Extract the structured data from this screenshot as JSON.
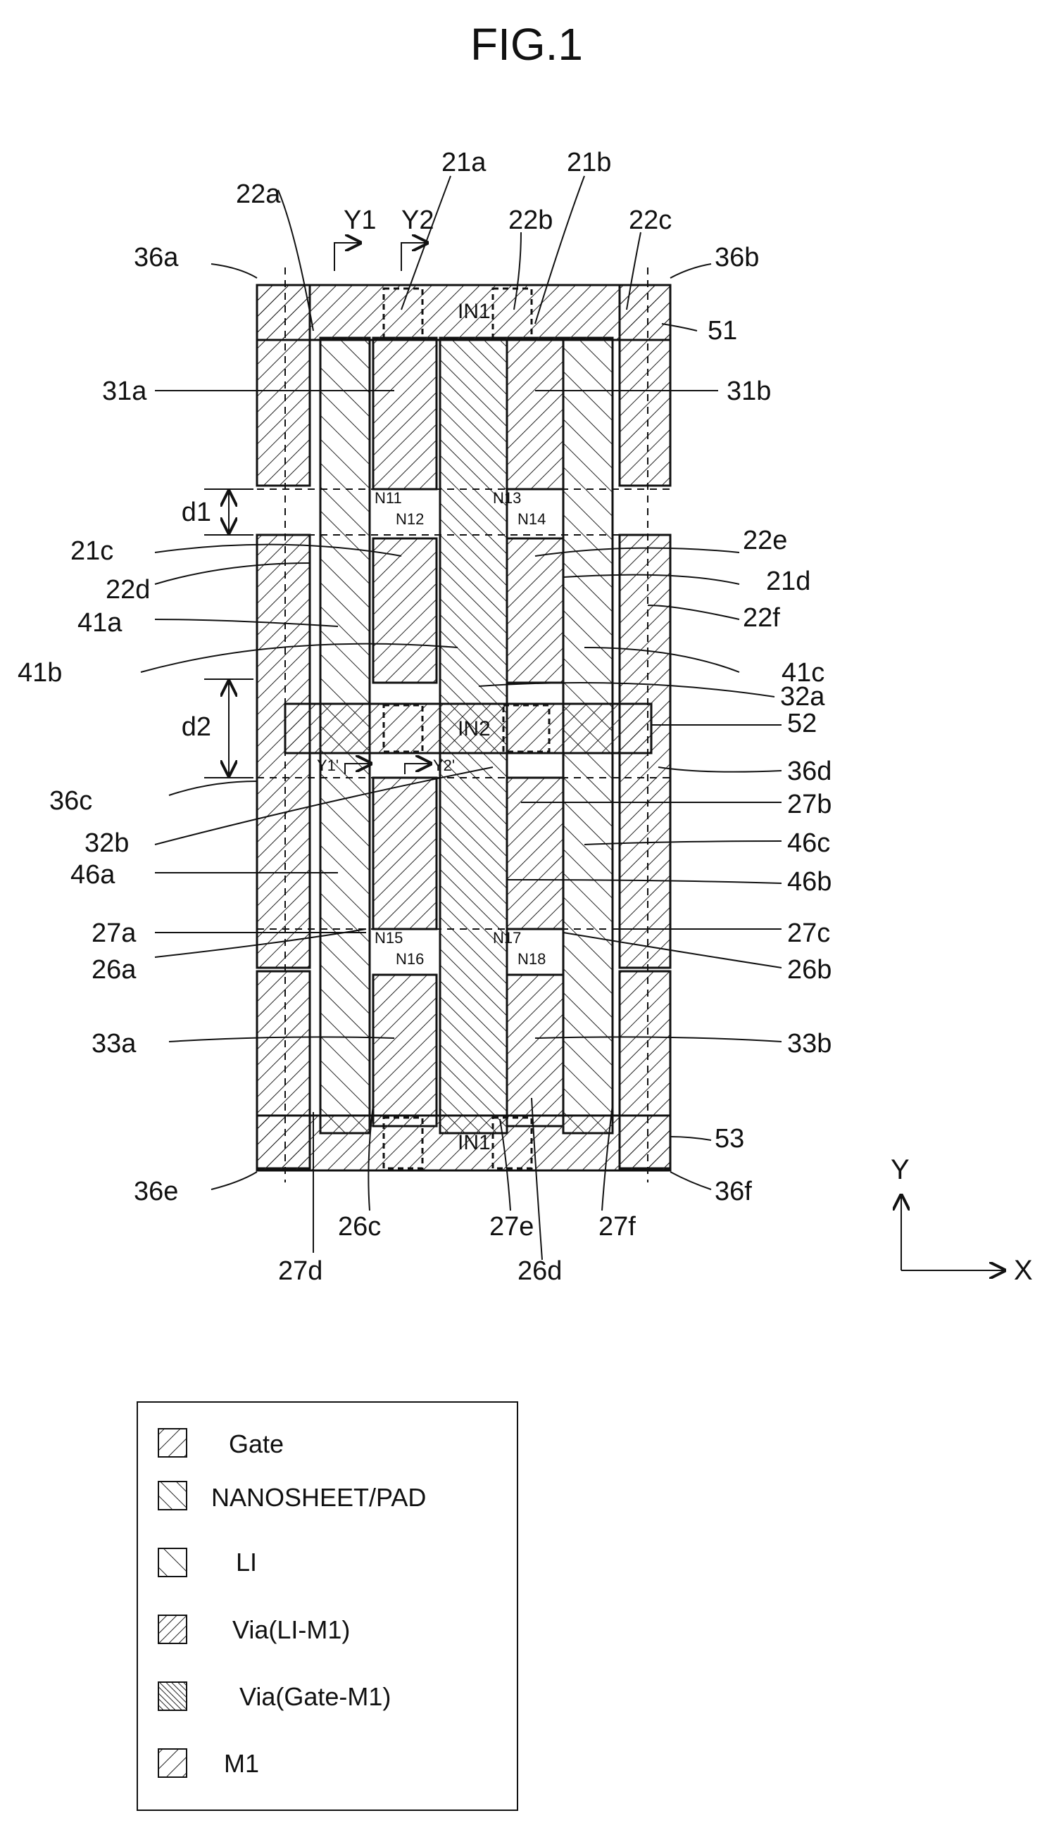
{
  "figure": {
    "title": "FIG.1",
    "nets": {
      "top": "IN1",
      "middle": "IN2",
      "bottom": "IN1"
    },
    "nodes": [
      "N11",
      "N12",
      "N13",
      "N14",
      "N15",
      "N16",
      "N17",
      "N18"
    ],
    "dims": {
      "d1": "d1",
      "d2": "d2"
    },
    "section_marks": [
      "Y1",
      "Y2",
      "Y1'",
      "Y2'"
    ],
    "labels": {
      "l22a": "22a",
      "l21a": "21a",
      "l21b": "21b",
      "l22b": "22b",
      "l22c": "22c",
      "l36a": "36a",
      "l36b": "36b",
      "l51": "51",
      "l31a": "31a",
      "l31b": "31b",
      "l21c": "21c",
      "l22d": "22d",
      "l41a": "41a",
      "l41b": "41b",
      "l22e": "22e",
      "l21d": "21d",
      "l22f": "22f",
      "l41c": "41c",
      "l32a": "32a",
      "l52": "52",
      "l36d": "36d",
      "l36c": "36c",
      "l27b": "27b",
      "l32b": "32b",
      "l46c": "46c",
      "l46a": "46a",
      "l46b": "46b",
      "l27a": "27a",
      "l27c": "27c",
      "l26a": "26a",
      "l26b": "26b",
      "l33a": "33a",
      "l33b": "33b",
      "l53": "53",
      "l36e": "36e",
      "l36f": "36f",
      "l26c": "26c",
      "l27e": "27e",
      "l27f": "27f",
      "l27d": "27d",
      "l26d": "26d"
    },
    "axes": {
      "y": "Y",
      "x": "X"
    }
  },
  "legend": {
    "items": [
      {
        "label": "Gate",
        "pattern": "hatch-fwd"
      },
      {
        "label": "NANOSHEET/PAD",
        "pattern": "hatch-back"
      },
      {
        "label": "LI",
        "pattern": "hatch-back-sparse"
      },
      {
        "label": "Via(LI-M1)",
        "pattern": "hatch-fwd-dense"
      },
      {
        "label": "Via(Gate-M1)",
        "pattern": "hatch-cross"
      },
      {
        "label": "M1",
        "pattern": "hatch-fwd"
      }
    ]
  }
}
